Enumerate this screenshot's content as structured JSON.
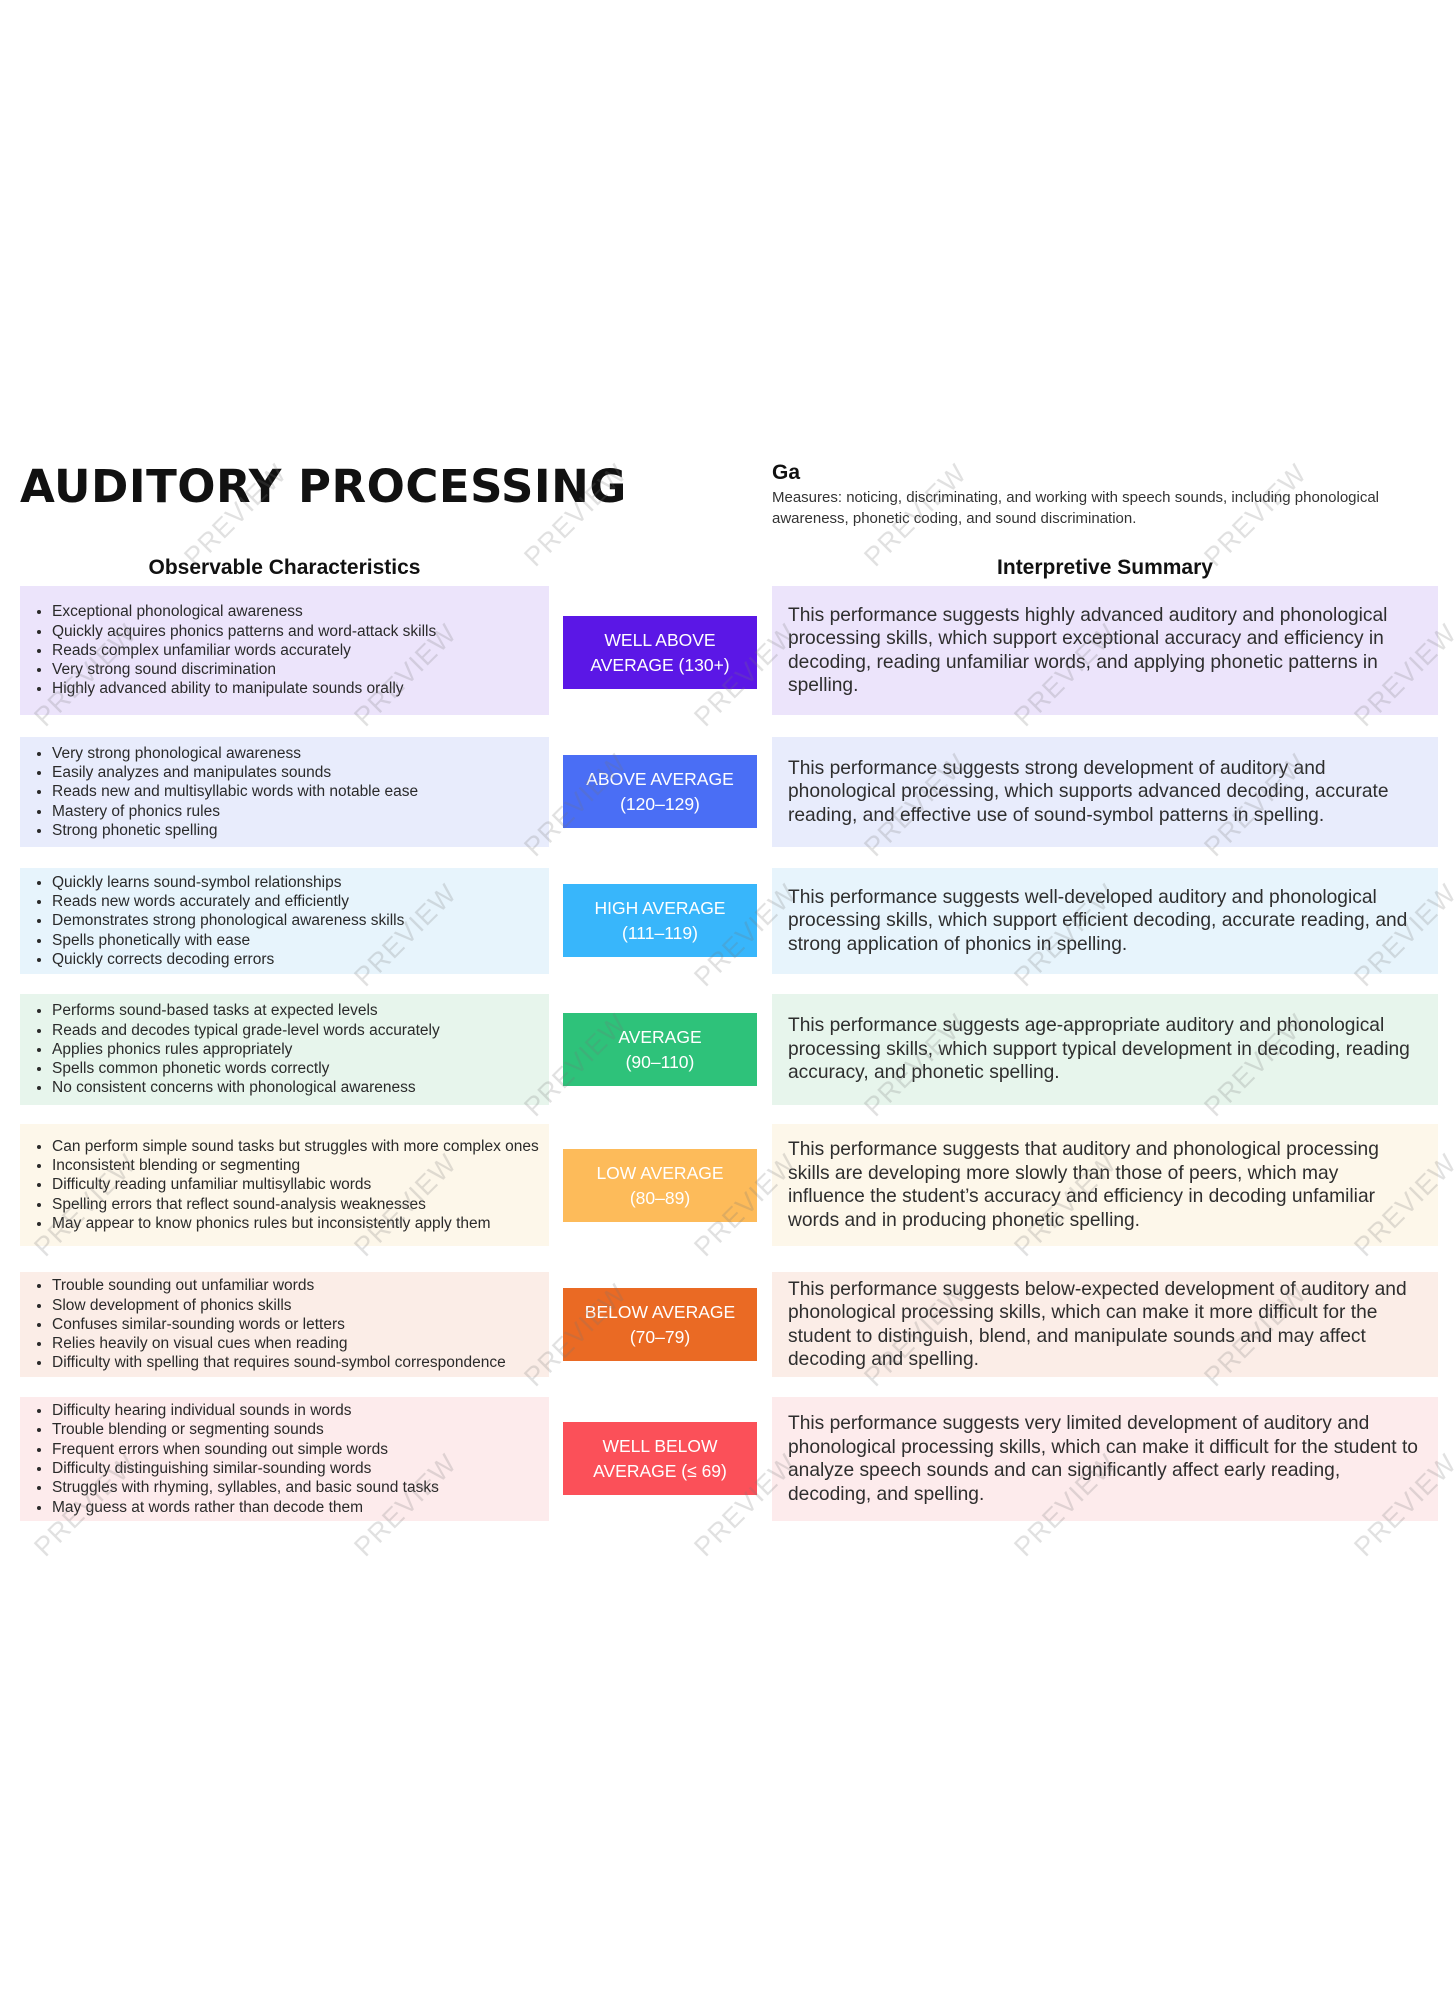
{
  "title": "AUDITORY PROCESSING",
  "code": "Ga",
  "measures": "Measures: noticing, discriminating, and working with speech sounds, including phonological awareness, phonetic coding, and sound discrimination.",
  "headers": {
    "characteristics": "Observable Characteristics",
    "summary": "Interpretive Summary"
  },
  "watermark_text": "PREVIEW",
  "bands": [
    {
      "characteristics": [
        "Exceptional phonological awareness",
        "Quickly acquires phonics patterns and word-attack skills",
        "Reads complex unfamiliar words accurately",
        "Very strong sound discrimination",
        "Highly advanced ability to manipulate sounds orally"
      ],
      "badge_line1": "WELL ABOVE",
      "badge_line2": "AVERAGE (130+)",
      "badge_color": "#5b17e6",
      "box_color": "#ece4fb",
      "summary_color": "#ece4fb",
      "summary": "This performance suggests highly advanced auditory and phonological processing skills, which support exceptional accuracy and efficiency in decoding, reading unfamiliar words, and applying phonetic patterns in spelling."
    },
    {
      "characteristics": [
        "Very strong phonological awareness",
        "Easily analyzes and manipulates sounds",
        "Reads new and multisyllabic words with notable ease",
        "Mastery of phonics rules",
        "Strong phonetic spelling"
      ],
      "badge_line1": "ABOVE AVERAGE",
      "badge_line2": "(120–129)",
      "badge_color": "#4a6ef5",
      "box_color": "#e8ecfc",
      "summary_color": "#e8ecfc",
      "summary": "This performance suggests strong development of auditory and phonological processing, which supports advanced decoding, accurate reading, and effective use of sound-symbol patterns in spelling."
    },
    {
      "characteristics": [
        "Quickly learns sound-symbol relationships",
        "Reads new words accurately and efficiently",
        "Demonstrates strong phonological awareness skills",
        "Spells phonetically with ease",
        "Quickly corrects decoding errors"
      ],
      "badge_line1": "HIGH AVERAGE",
      "badge_line2": "(111–119)",
      "badge_color": "#38b6fb",
      "box_color": "#e7f4fc",
      "summary_color": "#e7f4fc",
      "summary": "This performance suggests well-developed auditory and phonological processing skills, which support efficient decoding, accurate reading, and strong application of phonics in spelling."
    },
    {
      "characteristics": [
        "Performs sound-based tasks at expected levels",
        "Reads and decodes typical grade-level words accurately",
        "Applies phonics rules appropriately",
        "Spells common phonetic words correctly",
        "No consistent concerns with phonological awareness"
      ],
      "badge_line1": "AVERAGE",
      "badge_line2": "(90–110)",
      "badge_color": "#2ec27a",
      "box_color": "#e7f5ec",
      "summary_color": "#e7f5ec",
      "summary": "This performance suggests age-appropriate auditory and phonological processing skills, which support typical development in decoding, reading accuracy, and phonetic spelling."
    },
    {
      "characteristics": [
        "Can perform simple sound tasks but struggles with more complex ones",
        "Inconsistent blending or segmenting",
        "Difficulty reading unfamiliar multisyllabic words",
        "Spelling errors that reflect sound-analysis weaknesses",
        "May appear to know phonics rules but inconsistently apply them"
      ],
      "badge_line1": "LOW AVERAGE",
      "badge_line2": "(80–89)",
      "badge_color": "#fdbb5a",
      "box_color": "#fdf7ea",
      "summary_color": "#fdf7ea",
      "summary": "This performance suggests that auditory and phonological processing skills are developing more slowly than those of peers, which may influence the student’s accuracy and efficiency in decoding unfamiliar words and in producing phonetic spelling."
    },
    {
      "characteristics": [
        "Trouble sounding out unfamiliar words",
        "Slow development of phonics skills",
        "Confuses similar-sounding words or letters",
        "Relies heavily on visual cues when reading",
        "Difficulty with spelling that requires sound-symbol correspondence"
      ],
      "badge_line1": "BELOW AVERAGE",
      "badge_line2": "(70–79)",
      "badge_color": "#ea6a24",
      "box_color": "#fbede7",
      "summary_color": "#fbede7",
      "summary": "This performance suggests below-expected development of auditory and phonological processing skills, which can make it more difficult for the student to distinguish, blend, and manipulate sounds and may affect decoding and spelling."
    },
    {
      "characteristics": [
        "Difficulty hearing individual sounds in words",
        "Trouble blending or segmenting sounds",
        "Frequent errors when sounding out simple words",
        "Difficulty distinguishing similar-sounding words",
        "Struggles with rhyming, syllables, and basic sound tasks",
        "May guess at words rather than decode them"
      ],
      "badge_line1": "WELL BELOW",
      "badge_line2": "AVERAGE (≤ 69)",
      "badge_color": "#fb5059",
      "box_color": "#fdebec",
      "summary_color": "#fdebec",
      "summary": "This performance suggests very limited development of auditory and phonological processing skills, which can make it difficult for the student to analyze speech sounds and can significantly affect early reading, decoding, and spelling."
    }
  ]
}
